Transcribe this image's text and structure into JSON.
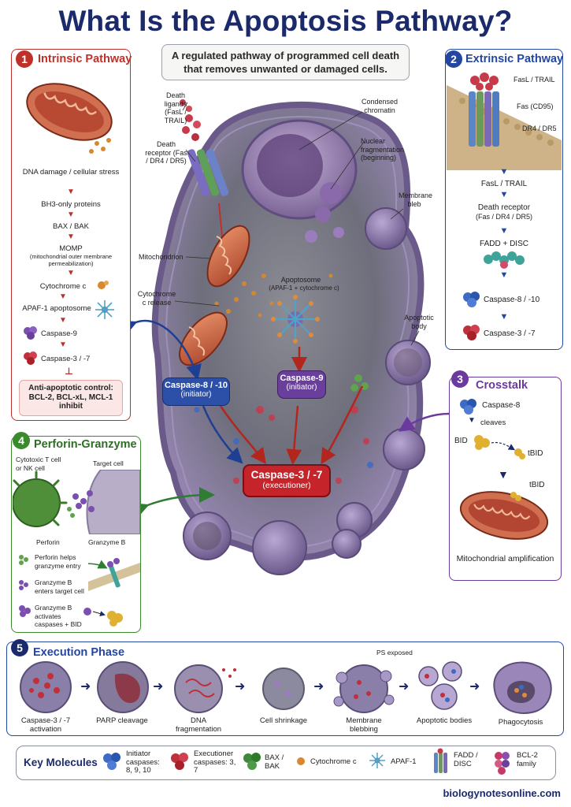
{
  "title": "What Is the Apoptosis Pathway?",
  "subtitle": "A regulated pathway of programmed cell death that removes unwanted or damaged cells.",
  "colors": {
    "intrinsic": "#c0302a",
    "extrinsic": "#2446a3",
    "crosstalk": "#6b3a9e",
    "perforin": "#3c8a2e",
    "title": "#1b2a6b"
  },
  "intrinsic": {
    "number": "1",
    "title": "Intrinsic Pathway",
    "steps": [
      "DNA damage / cellular stress",
      "BH3-only proteins",
      "BAX / BAK",
      "MOMP",
      "(mitochondrial outer membrane permeabilization)",
      "Cytochrome c",
      "APAF-1 apoptosome",
      "Caspase-9",
      "Caspase-3 / -7"
    ],
    "control_title": "Anti-apoptotic control:",
    "control_text": "BCL-2, BCL-xL, MCL-1 inhibit"
  },
  "extrinsic": {
    "number": "2",
    "title": "Extrinsic Pathway",
    "img_labels": [
      "FasL / TRAIL",
      "Fas (CD95)",
      "DR4 / DR5"
    ],
    "steps": [
      "FasL / TRAIL",
      "Death receptor",
      "(Fas / DR4 / DR5)",
      "FADD + DISC",
      "Caspase-8 / -10",
      "Caspase-3 / -7"
    ]
  },
  "crosstalk": {
    "number": "3",
    "title": "Crosstalk",
    "labels": [
      "Caspase-8",
      "cleaves",
      "BID",
      "tBID",
      "tBID"
    ],
    "caption": "Mitochondrial amplification"
  },
  "perforin": {
    "number": "4",
    "title": "Perforin-Granzyme",
    "labels": [
      "Cytotoxic T cell or NK cell",
      "Target cell",
      "Perforin",
      "Granzyme B"
    ],
    "items": [
      "Perforin helps granzyme entry",
      "Granzyme B enters target cell",
      "Granzyme B activates caspases + BID"
    ]
  },
  "center": {
    "death_ligands": "Death ligands (FasL / TRAIL)",
    "death_receptor": "Death receptor (Fas / DR4 / DR5)",
    "mitochondrion": "Mitochondrion",
    "cyto_release": "Cytochrome c release",
    "condensed": "Condensed chromatin",
    "nuclear_frag": "Nuclear fragmentation (beginning)",
    "membrane_bleb": "Membrane bleb",
    "apoptosome": "Apoptosome",
    "apoptosome_sub": "(APAF-1 + cytochrome c)",
    "apoptotic_body": "Apoptotic body",
    "casp8": "Caspase-8 / -10",
    "casp8_sub": "(initiator)",
    "casp9": "Caspase-9",
    "casp9_sub": "(initiator)",
    "casp3": "Caspase-3 / -7",
    "casp3_sub": "(executioner)"
  },
  "execution": {
    "number": "5",
    "title": "Execution Phase",
    "ps_label": "PS exposed",
    "stages": [
      "Caspase-3 / -7 activation",
      "PARP cleavage",
      "DNA fragmentation",
      "Cell shrinkage",
      "Membrane blebbing",
      "Apoptotic bodies",
      "Phagocytosis"
    ]
  },
  "key": {
    "title": "Key Molecules",
    "items": [
      "Initiator caspases: 8, 9, 10",
      "Executioner caspases: 3, 7",
      "BAX / BAK",
      "Cytochrome c",
      "APAF-1",
      "FADD / DISC",
      "BCL-2 family"
    ]
  },
  "footer": "biologynotesonline.com"
}
